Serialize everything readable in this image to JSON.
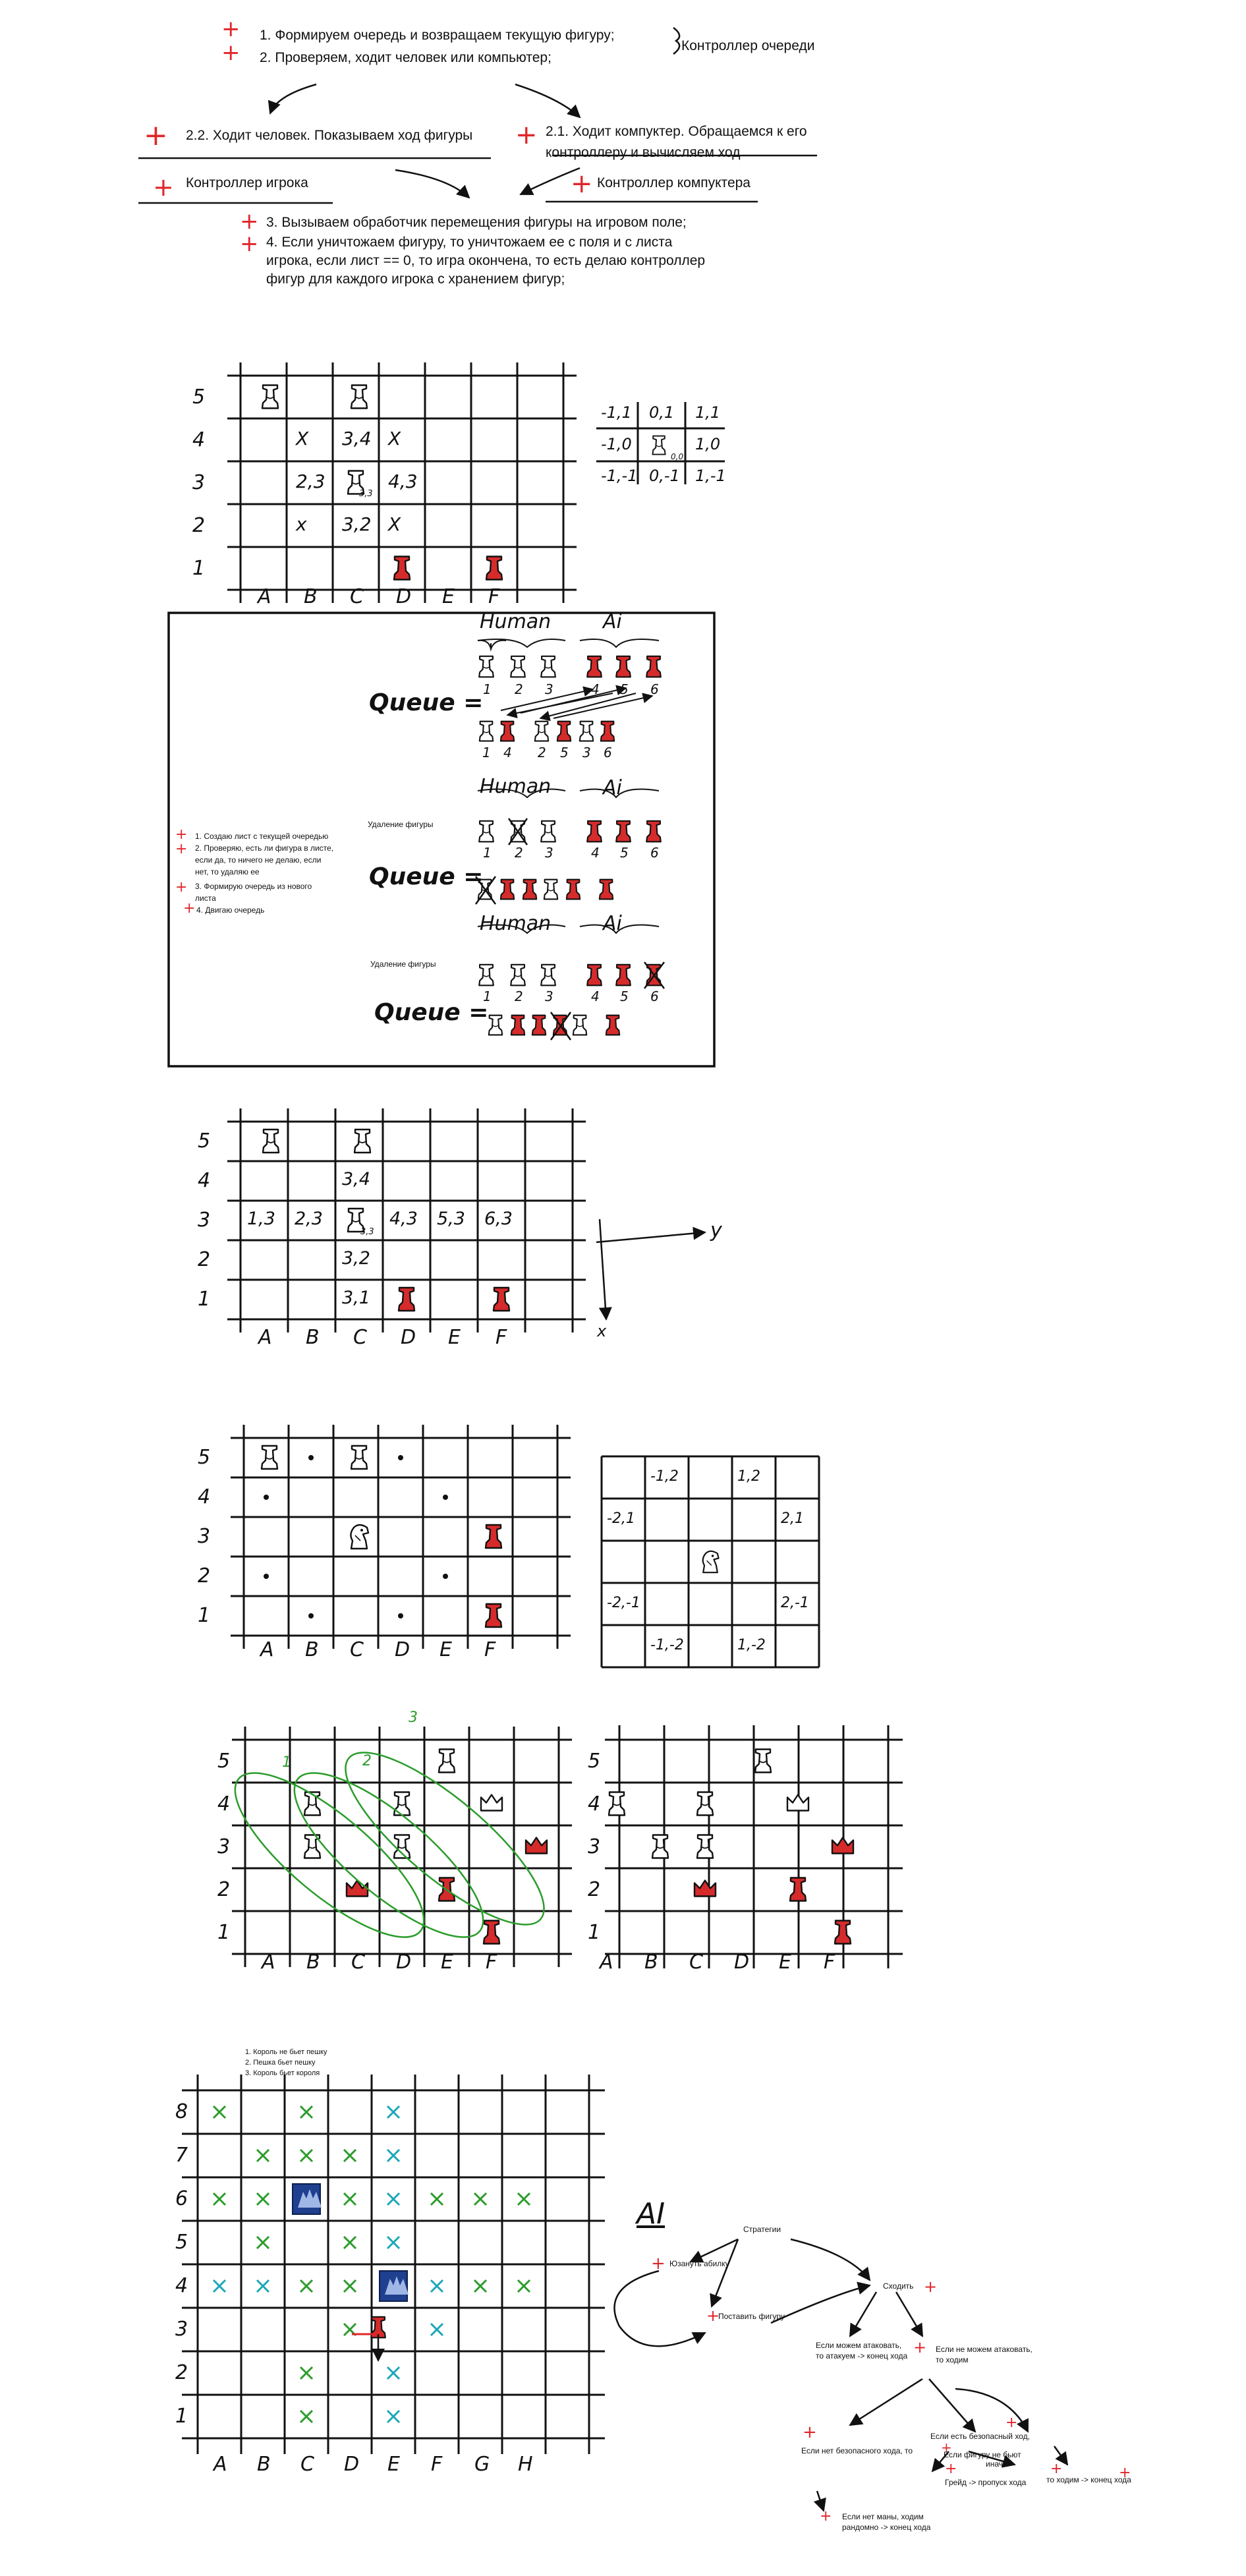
{
  "controller_notes": {
    "queue_steps": [
      "1. Формируем очередь и возвращаем текущую фигуру;",
      "2. Проверяем, ходит человек или компьютер;"
    ],
    "queue_controller": "Контроллер очереди",
    "human_move": "2.2. Ходит человек. Показываем ход фигуры",
    "ai_move_line1": "2.1. Ходит компуктер. Обращаемся к его",
    "ai_move_line2": "контроллеру и вычисляем ход",
    "player_controller": "Контроллер игрока",
    "computer_controller": "Контроллер компуктера",
    "step3": "3. Вызываем обработчик перемещения фигуры на игровом поле;",
    "step4_line1": "4. Если уничтожаем фигуру, то уничтожаем ее с поля и с листа",
    "step4_line2": "игрока, если лист == 0, то игра окончена, то есть делаю контроллер",
    "step4_line3": "фигур для каждого игрока с хранением фигур;"
  },
  "board1": {
    "ranks": [
      "5",
      "4",
      "3",
      "2",
      "1"
    ],
    "files": [
      "A",
      "B",
      "C",
      "D",
      "E",
      "F"
    ],
    "marks": [
      "X",
      "3,4",
      "X",
      "2,3",
      "4,3",
      "x",
      "3,2",
      "X"
    ],
    "center_index": "3,3"
  },
  "offsets": {
    "rows": [
      [
        "-1,1",
        "0,1",
        "1,1"
      ],
      [
        "-1,0",
        "0,0",
        "1,0"
      ],
      [
        "-1,-1",
        "0,-1",
        "1,-1"
      ]
    ]
  },
  "queue_panel": {
    "human": "Human",
    "ai": "Ai",
    "queue": "Queue =",
    "removal": "Удаление фигуры",
    "numbers_top": [
      "1",
      "2",
      "3",
      "4",
      "5",
      "6"
    ],
    "order_numbers": [
      "1",
      "4",
      "2",
      "5",
      "3",
      "6"
    ],
    "steps": [
      "1. Создаю лист с текущей очередью",
      "2. Проверяю, есть ли фигура в листе,",
      "если да, то ничего не делаю, если",
      "нет, то удаляю ее",
      "3. Формирую очередь из нового",
      "листа",
      "4. Двигаю очередь"
    ]
  },
  "board2": {
    "ranks": [
      "5",
      "4",
      "3",
      "2",
      "1"
    ],
    "files": [
      "A",
      "B",
      "C",
      "D",
      "E",
      "F"
    ],
    "marks": [
      "3,4",
      "1,3",
      "2,3",
      "4,3",
      "5,3",
      "6,3",
      "3,2",
      "3,1"
    ],
    "center_index": "3,3",
    "axis_y": "y",
    "axis_x": "x"
  },
  "board3": {
    "ranks": [
      "5",
      "4",
      "3",
      "2",
      "1"
    ],
    "files": [
      "A",
      "B",
      "C",
      "D",
      "E",
      "F"
    ]
  },
  "knight_offsets": {
    "cells": [
      "-1,2",
      "1,2",
      "-2,1",
      "2,1",
      "-2,-1",
      "2,-1",
      "-1,-2",
      "1,-2"
    ]
  },
  "board4": {
    "ranks": [
      "5",
      "4",
      "3",
      "2",
      "1"
    ],
    "files": [
      "A",
      "B",
      "C",
      "D",
      "E",
      "F"
    ],
    "loop_labels": [
      "1",
      "2",
      "3"
    ]
  },
  "board5": {
    "ranks": [
      "5",
      "4",
      "3",
      "2",
      "1"
    ],
    "files": [
      "A",
      "B",
      "C",
      "D",
      "E",
      "F"
    ]
  },
  "king_board": {
    "rules": [
      "1. Король не бьет пешку",
      "2. Пешка бьет пешку",
      "3. Король бьет короля"
    ],
    "ranks": [
      "8",
      "7",
      "6",
      "5",
      "4",
      "3",
      "2",
      "1"
    ],
    "files": [
      "A",
      "B",
      "C",
      "D",
      "E",
      "F",
      "G",
      "H"
    ]
  },
  "ai_tree": {
    "title": "AI",
    "strategies": "Стратегии",
    "yuzanut": "Юзануть абилку",
    "place": "Поставить фигуру",
    "move": "Сходить",
    "can_attack": [
      "Если можем атаковать,",
      "то атакуем -> конец хода"
    ],
    "cannot_attack": [
      "Если не можем атаковать,",
      "то ходим"
    ],
    "no_safe": "Если нет безопасного хода, то",
    "safe": "Если есть безопасный ход,",
    "piece_not": [
      "Если фигуру не бьют",
      "иначе"
    ],
    "grade_skip": "Грейд -> пропуск хода",
    "go_end": "то ходим -> конец хода",
    "no_mana": [
      "Если нет маны, ходим",
      "рандомно -> конец хода"
    ]
  },
  "colors": {
    "red_piece": "#d62b2b",
    "mark_red": "#e0262a",
    "loop_green": "#2a9c2a",
    "cross_teal": "#1ba6b8"
  }
}
